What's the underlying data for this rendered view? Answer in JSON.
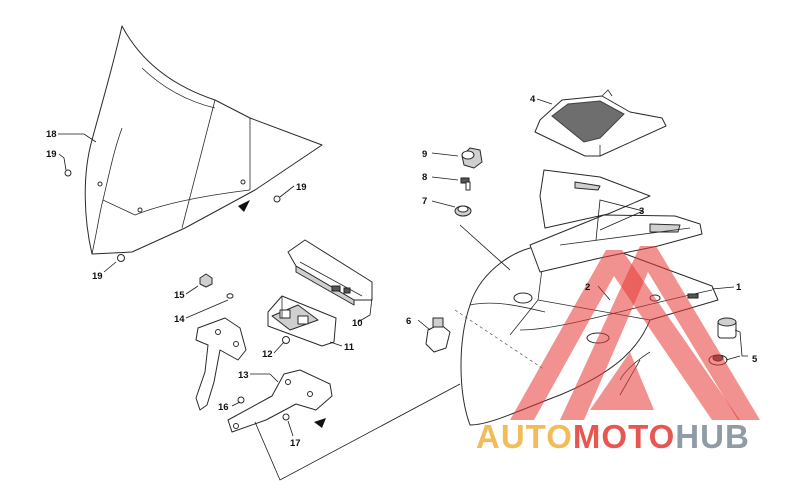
{
  "diagram": {
    "callouts": [
      {
        "key": "1",
        "text": "1"
      },
      {
        "key": "2",
        "text": "2"
      },
      {
        "key": "3",
        "text": "3"
      },
      {
        "key": "4",
        "text": "4"
      },
      {
        "key": "5",
        "text": "5"
      },
      {
        "key": "6",
        "text": "6"
      },
      {
        "key": "7",
        "text": "7"
      },
      {
        "key": "8",
        "text": "8"
      },
      {
        "key": "9",
        "text": "9"
      },
      {
        "key": "10",
        "text": "10"
      },
      {
        "key": "11",
        "text": "11"
      },
      {
        "key": "12",
        "text": "12"
      },
      {
        "key": "13",
        "text": "13"
      },
      {
        "key": "14",
        "text": "14"
      },
      {
        "key": "15",
        "text": "15"
      },
      {
        "key": "16",
        "text": "16"
      },
      {
        "key": "17",
        "text": "17"
      },
      {
        "key": "18",
        "text": "18"
      },
      {
        "key": "19a",
        "text": "19"
      },
      {
        "key": "19b",
        "text": "19"
      },
      {
        "key": "19c",
        "text": "19"
      }
    ]
  },
  "watermark": {
    "part1": "AUTO",
    "part2": "MOTO",
    "part3": "HUB",
    "colors": {
      "auto": "#f2b13d",
      "moto": "#e53935",
      "hub": "#7d8a97"
    },
    "logo_icon": "red-triangle-logo-icon"
  }
}
